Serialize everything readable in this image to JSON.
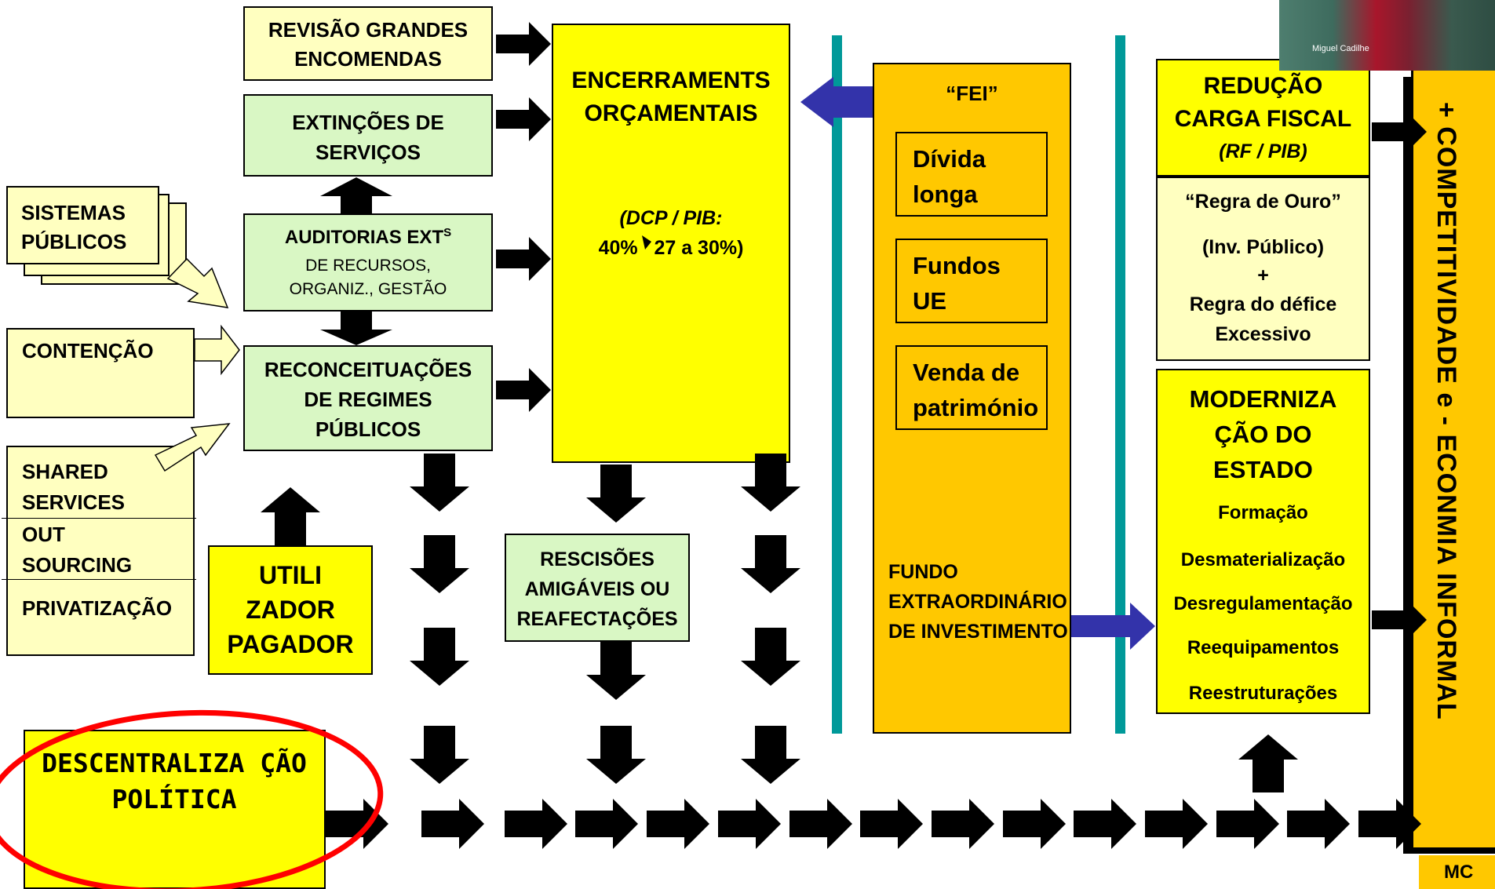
{
  "boxes": {
    "revisao": "REVISÃO GRANDES ENCOMENDAS",
    "extincoes": "EXTINÇÕES DE SERVIÇOS",
    "auditorias_title": "AUDITORIAS EXT",
    "auditorias_sup": "S",
    "auditorias_sub": "DE RECURSOS, ORGANIZ., GESTÃO",
    "reconceituacoes": "RECONCEITUAÇÕES DE REGIMES PÚBLICOS",
    "sistemas": "SISTEMAS PÚBLICOS",
    "contencao": "CONTENÇÃO",
    "shared": "SHARED SERVICES",
    "outsourcing": "OUT SOURCING",
    "privatizacao": "PRIVATIZAÇÃO",
    "utilizador": "UTILI ZADOR PAGADOR",
    "encerramentos": "ENCERRAMENTS ORÇAMENTAIS",
    "dcp": "(DCP / PIB:",
    "dcp_values": "40%   27 a 30%)",
    "rescisoes": "RESCISÕES AMIGÁVEIS OU REAFECTAÇÕES",
    "fei": "“FEI”",
    "divida": "Dívida longa",
    "fundos": "Fundos UE",
    "venda": "Venda de património",
    "fundo_extra": "FUNDO EXTRAORDINÁRIO DE INVESTIMENTO",
    "reducao": "REDUÇÃO CARGA FISCAL",
    "rf_pib": "(RF / PIB)",
    "regra_ouro": "“Regra de Ouro”",
    "inv_publico": "(Inv. Público)",
    "plus": "+",
    "regra_defice": "Regra do défice Excessivo",
    "modernizacao": "MODERNIZA ÇÃO DO ESTADO",
    "mod_items": [
      "Formação",
      "Desmaterialização",
      "Desregulamentação",
      "Reequipamentos",
      "Reestruturações"
    ],
    "competitividade": "+ COMPETITIVIDADE e - ECONMIA INFORMAL",
    "descentralizacao": "DESCENTRALIZA ÇÃO POLÍTICA",
    "mc": "MC",
    "book_author": "Miguel Cadilhe"
  },
  "colors": {
    "light_yellow": "#ffffc0",
    "green": "#d9f7c4",
    "yellow": "#ffff00",
    "orange": "#ffc800",
    "teal": "#009999",
    "navy_arrow": "#3333aa",
    "red_ellipse": "#ff0000"
  }
}
